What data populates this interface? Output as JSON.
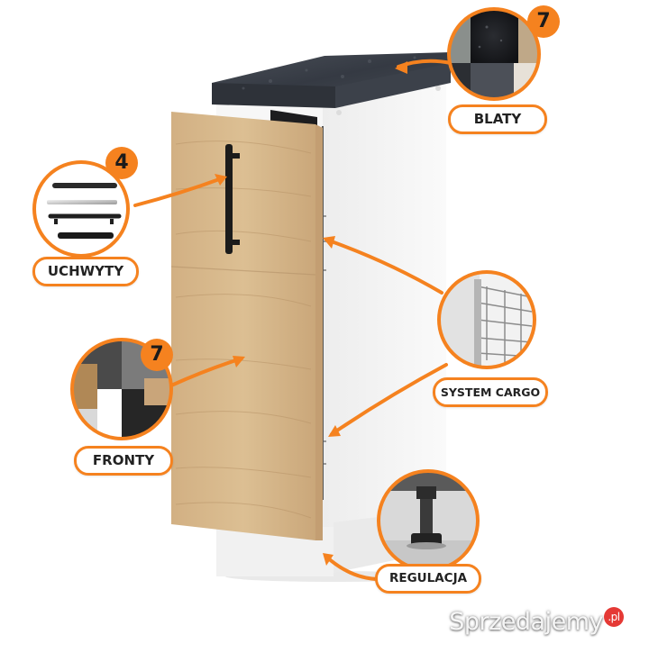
{
  "callouts": {
    "countertops": {
      "label": "BLATY",
      "count": "7"
    },
    "handles": {
      "label": "UCHWYTY",
      "count": "4"
    },
    "fronts": {
      "label": "FRONTY",
      "count": "7"
    },
    "cargo": {
      "label": "SYSTEM CARGO"
    },
    "levelling": {
      "label": "REGULACJA"
    }
  },
  "watermark": {
    "name": "Sprzedajemy",
    "tld": ".pl"
  },
  "colors": {
    "accent": "#f5821f",
    "oak": "#d8b98c",
    "carcass": "#f4f4f4",
    "worktop": "#3a3f48"
  }
}
